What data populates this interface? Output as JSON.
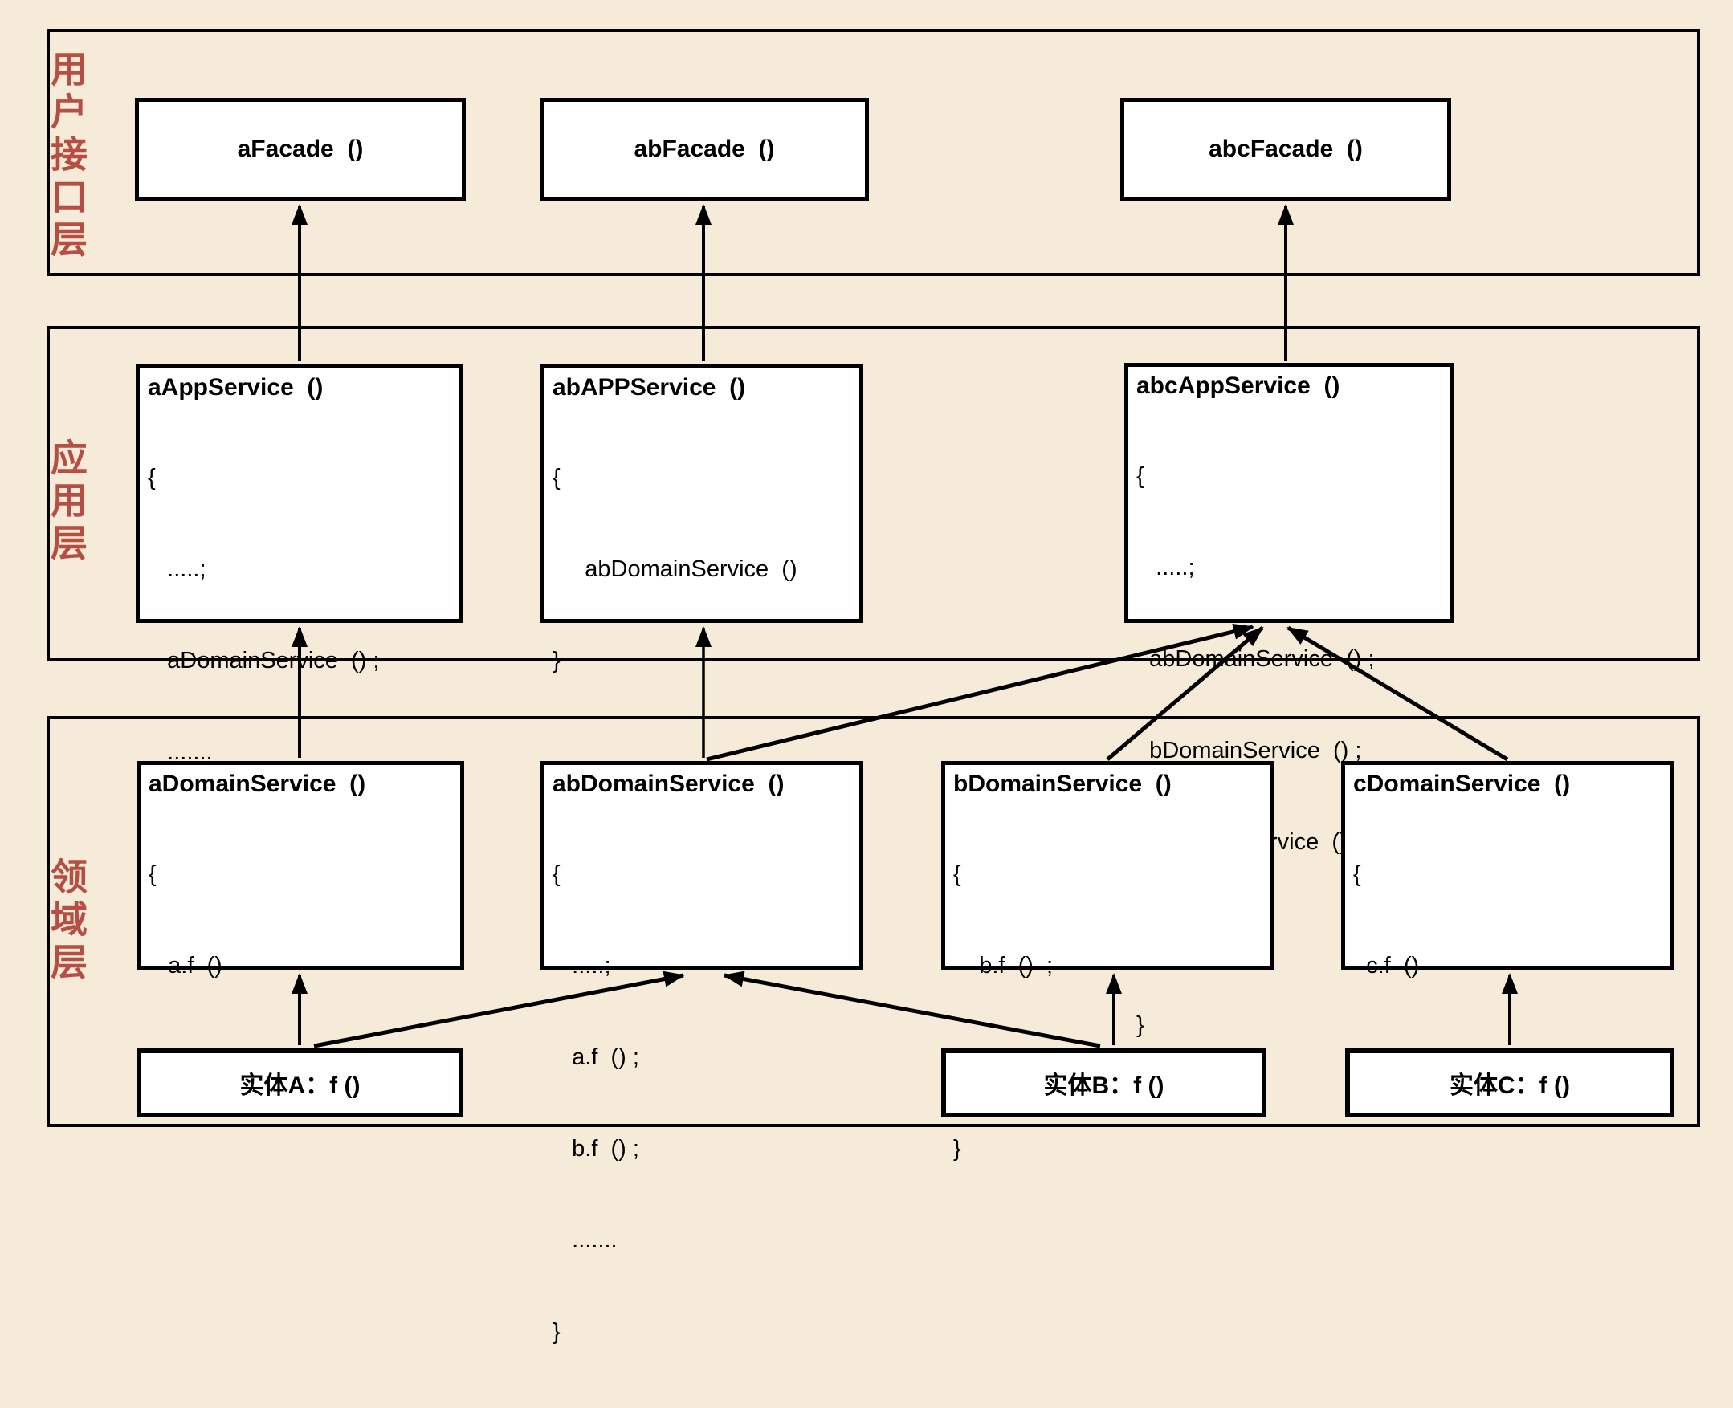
{
  "diagram": {
    "layers": [
      {
        "label": "用户接口层"
      },
      {
        "label": "应用层"
      },
      {
        "label": "领域层"
      }
    ],
    "facades": [
      {
        "title": "aFacade  ()"
      },
      {
        "title": "abFacade  ()"
      },
      {
        "title": "abcFacade  ()"
      }
    ],
    "app_services": [
      {
        "title": "aAppService  ()",
        "lines": [
          "{",
          "   .....;",
          "   aDomainService  () ;",
          "   .......",
          "}"
        ]
      },
      {
        "title": "abAPPService  ()",
        "lines": [
          "{",
          "     abDomainService  ()",
          "}"
        ]
      },
      {
        "title": "abcAppService  ()",
        "lines": [
          "{",
          "   .....;",
          "  abDomainService  () ;",
          "  bDomainService  () ;",
          "  cDomainService  () ;",
          "   .......",
          "}"
        ]
      }
    ],
    "domain_services": [
      {
        "title": "aDomainService  ()",
        "lines": [
          "{",
          "   a.f  ()",
          "}"
        ]
      },
      {
        "title": "abDomainService  ()",
        "lines": [
          "{",
          "   .....;",
          "   a.f  () ;",
          "   b.f  () ;",
          "   .......",
          "}"
        ]
      },
      {
        "title": "bDomainService  ()",
        "lines": [
          "{",
          "    b.f  ()  ;",
          "    ......",
          "}"
        ]
      },
      {
        "title": "cDomainService  ()",
        "lines": [
          "{",
          "  c.f  ()",
          "}"
        ]
      }
    ],
    "entities": [
      {
        "title": "实体A：f ()"
      },
      {
        "title": "实体B：f ()"
      },
      {
        "title": "实体C：f ()"
      }
    ]
  },
  "colors": {
    "background": "#f6ead9",
    "box_fill": "#ffffff",
    "line": "#000000",
    "layer_label": "#b54f44"
  }
}
